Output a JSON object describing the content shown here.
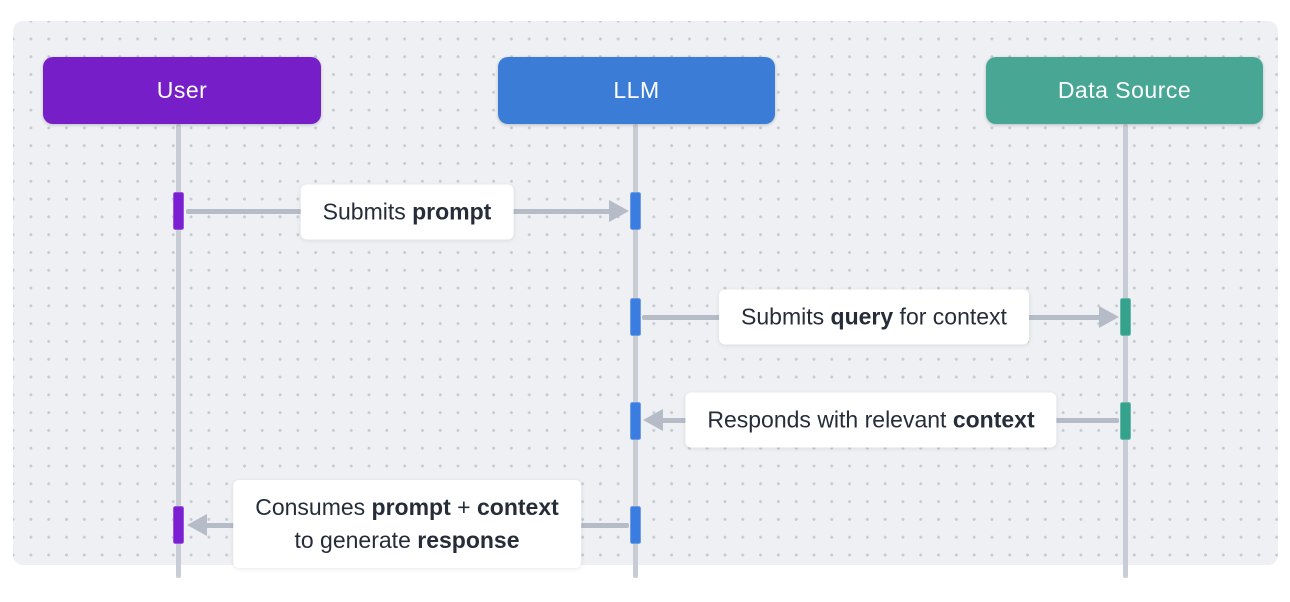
{
  "actors": [
    {
      "id": "user",
      "label": "User",
      "color": "#761fc9",
      "bar_color": "#7a1fd1"
    },
    {
      "id": "llm",
      "label": "LLM",
      "color": "#3b7cd6",
      "bar_color": "#3b7ce0"
    },
    {
      "id": "data_source",
      "label": "Data Source",
      "color": "#48a794",
      "bar_color": "#35a28e"
    }
  ],
  "colors": {
    "arrow": "#b6bcc7",
    "lifeline": "#c8ccd4",
    "canvas_background": "#eef0f3",
    "dot_grid": "#c6cbd3",
    "label_text": "#262c38",
    "label_background": "#ffffff"
  },
  "messages": [
    {
      "from": "User",
      "to": "LLM",
      "direction": "right",
      "line1": [
        {
          "t": "Submits ",
          "b": false
        },
        {
          "t": "prompt",
          "b": true
        }
      ]
    },
    {
      "from": "LLM",
      "to": "Data Source",
      "direction": "right",
      "line1": [
        {
          "t": "Submits ",
          "b": false
        },
        {
          "t": "query",
          "b": true
        },
        {
          "t": " for context",
          "b": false
        }
      ]
    },
    {
      "from": "Data Source",
      "to": "LLM",
      "direction": "left",
      "line1": [
        {
          "t": "Responds with relevant ",
          "b": false
        },
        {
          "t": "context",
          "b": true
        }
      ]
    },
    {
      "from": "LLM",
      "to": "User",
      "direction": "left",
      "line1": [
        {
          "t": "Consumes ",
          "b": false
        },
        {
          "t": "prompt",
          "b": true
        },
        {
          "t": " + ",
          "b": false
        },
        {
          "t": "context",
          "b": true
        }
      ],
      "line2": [
        {
          "t": "to generate ",
          "b": false
        },
        {
          "t": "response",
          "b": true
        }
      ]
    }
  ]
}
